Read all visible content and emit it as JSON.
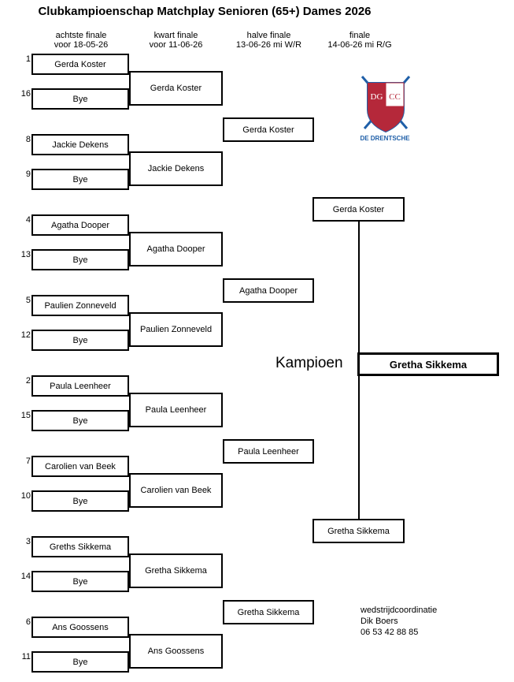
{
  "title": "Clubkampioenschap Matchplay Senioren (65+) Dames 2026",
  "rounds": [
    {
      "name": "achtste finale",
      "date": "voor 18-05-26"
    },
    {
      "name": "kwart finale",
      "date": "voor 11-06-26"
    },
    {
      "name": "halve finale",
      "date": "13-06-26 mi W/R"
    },
    {
      "name": "finale",
      "date": "14-06-26 mi R/G"
    }
  ],
  "round1": [
    {
      "seed": "1",
      "name": "Gerda Koster"
    },
    {
      "seed": "16",
      "name": "Bye"
    },
    {
      "seed": "8",
      "name": "Jackie Dekens"
    },
    {
      "seed": "9",
      "name": "Bye"
    },
    {
      "seed": "4",
      "name": "Agatha Dooper"
    },
    {
      "seed": "13",
      "name": "Bye"
    },
    {
      "seed": "5",
      "name": "Paulien Zonneveld"
    },
    {
      "seed": "12",
      "name": "Bye"
    },
    {
      "seed": "2",
      "name": "Paula Leenheer"
    },
    {
      "seed": "15",
      "name": "Bye"
    },
    {
      "seed": "7",
      "name": "Carolien van Beek"
    },
    {
      "seed": "10",
      "name": "Bye"
    },
    {
      "seed": "3",
      "name": "Greths Sikkema"
    },
    {
      "seed": "14",
      "name": "Bye"
    },
    {
      "seed": "6",
      "name": "Ans Goossens"
    },
    {
      "seed": "11",
      "name": "Bye"
    }
  ],
  "round2": [
    "Gerda Koster",
    "Jackie Dekens",
    "Agatha Dooper",
    "Paulien Zonneveld",
    "Paula Leenheer",
    "Carolien van Beek",
    "Gretha Sikkema",
    "Ans Goossens"
  ],
  "round3": [
    "Gerda Koster",
    "Agatha Dooper",
    "Paula Leenheer",
    "Gretha Sikkema"
  ],
  "round4": [
    "Gerda Koster",
    "Gretha Sikkema"
  ],
  "champion": {
    "label": "Kampioen",
    "name": "Gretha Sikkema"
  },
  "contact": {
    "role": "wedstrijdcoordinatie",
    "name": "Dik Boers",
    "phone": "06 53 42 88 85"
  },
  "logo": {
    "left_letters": "DG",
    "right_letters": "CC",
    "caption": "DE DRENTSCHE",
    "color_primary": "#b5283a",
    "color_secondary": "#1f5fa8"
  }
}
